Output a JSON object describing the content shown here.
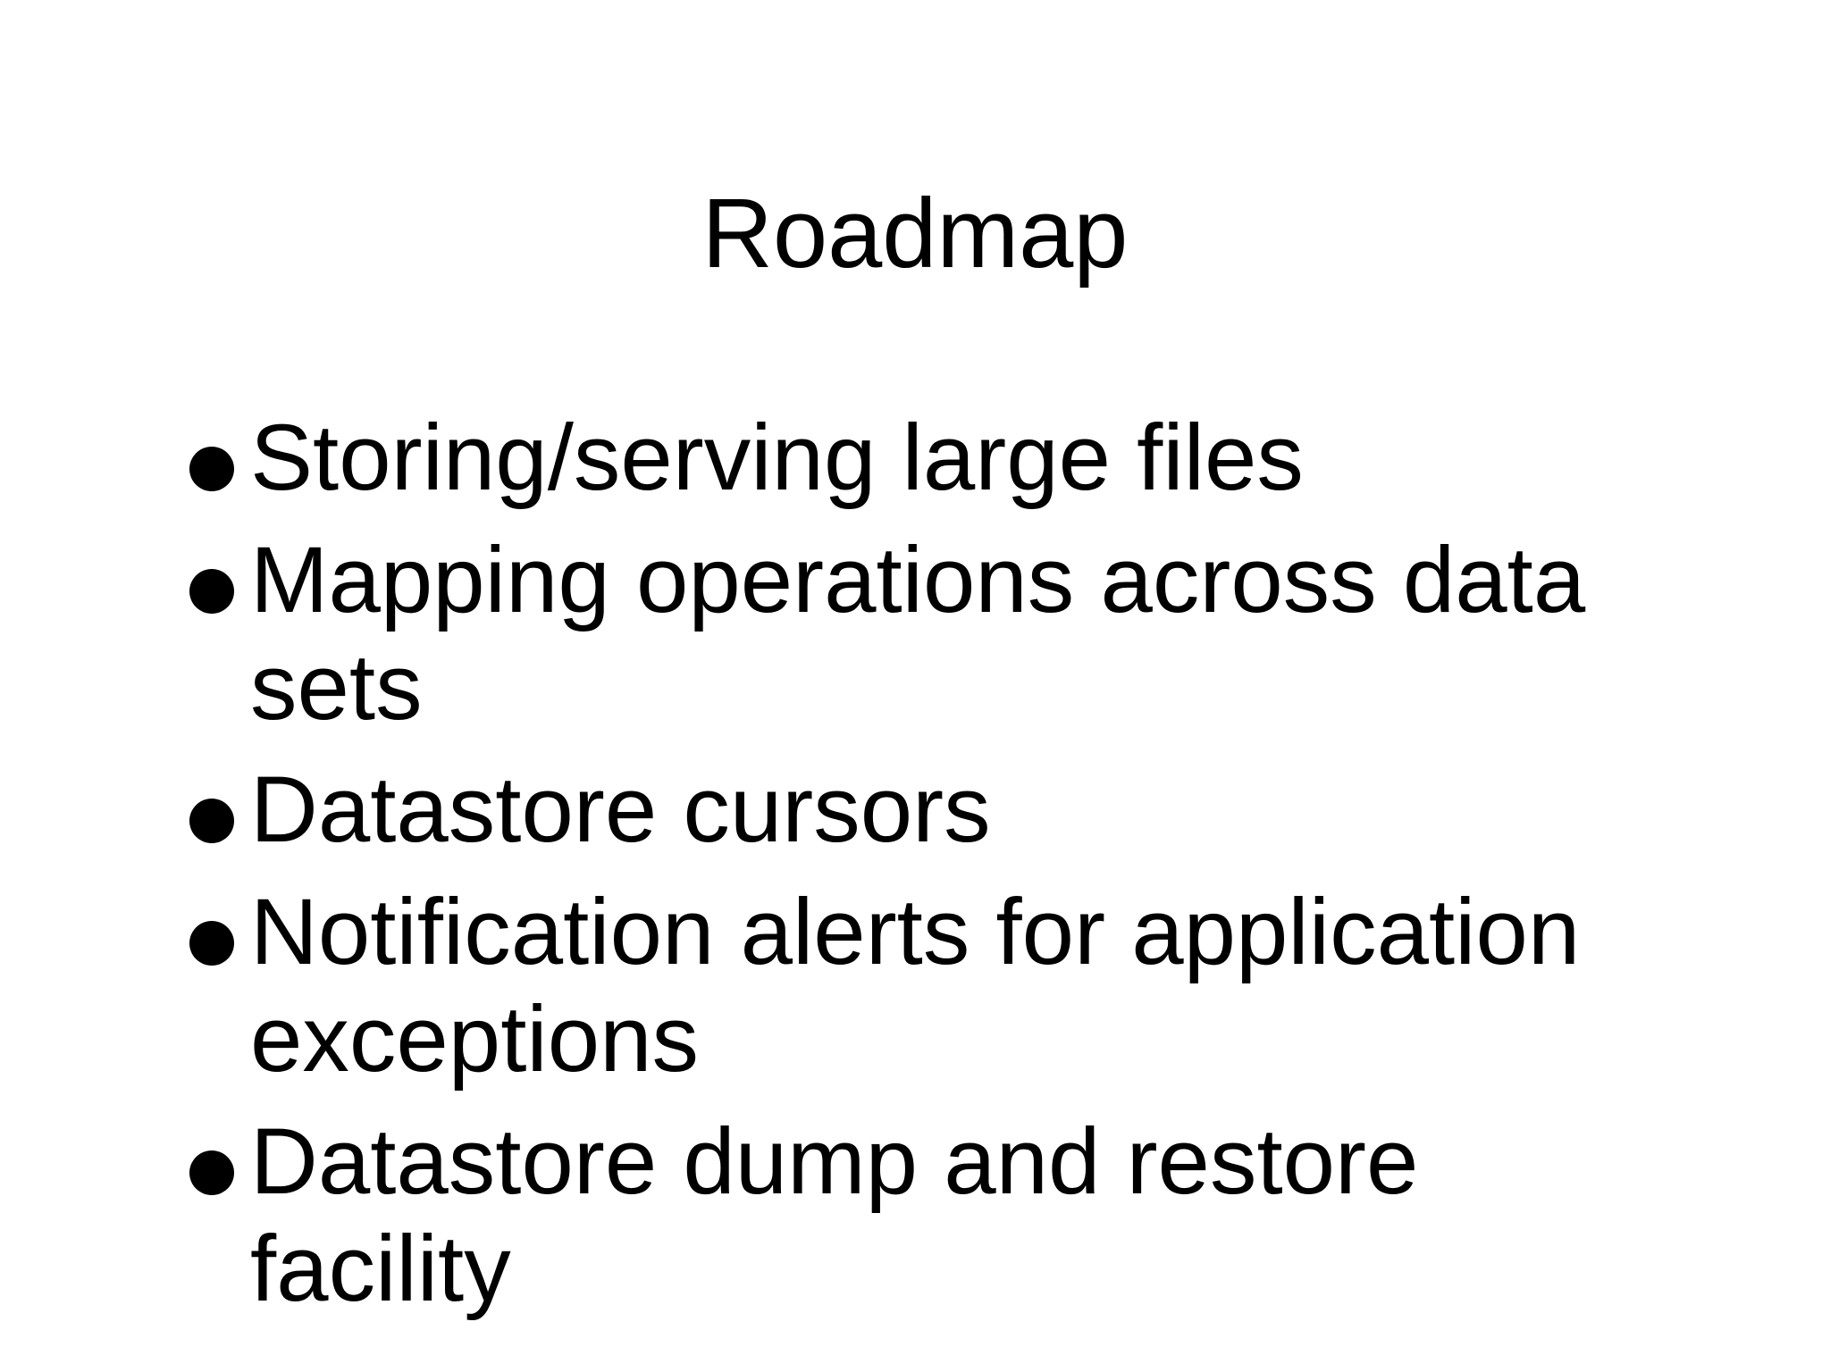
{
  "slide": {
    "title": "Roadmap",
    "bullets": [
      "Storing/serving large files",
      "Mapping operations across data sets",
      "Datastore cursors",
      "Notification alerts for application exceptions",
      "Datastore dump and restore facility"
    ],
    "colors": {
      "background": "#ffffff",
      "text": "#000000",
      "bullet_marker": "#000000"
    }
  }
}
